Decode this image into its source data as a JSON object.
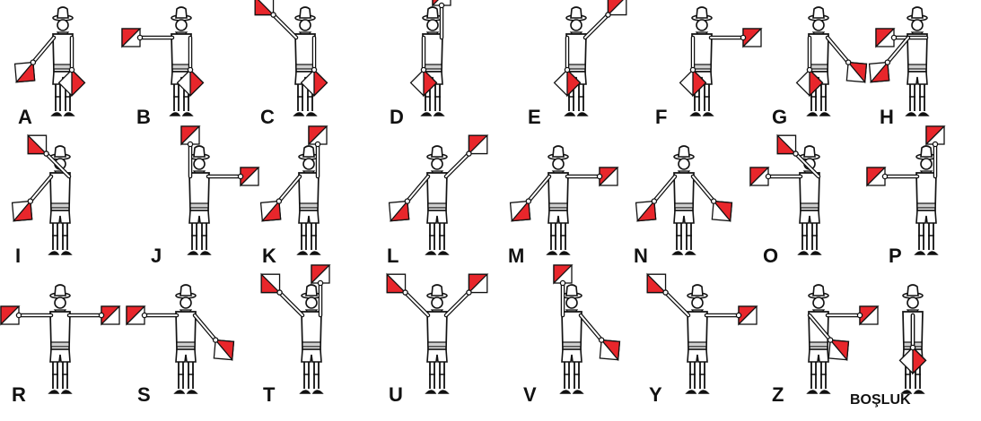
{
  "chart": {
    "flag_red": "#e8262b",
    "flag_white": "#ffffff",
    "outline": "#111111",
    "figure_fill": "#ffffff",
    "shade": "#cfcfcf"
  },
  "signals": [
    {
      "label": "A",
      "flags": [
        {
          "arm": "D",
          "hold": "diamond"
        },
        {
          "arm": "SW",
          "hold": "diamond"
        }
      ]
    },
    {
      "label": "B",
      "flags": [
        {
          "arm": "D",
          "hold": "diamond"
        },
        {
          "arm": "W",
          "hold": "square"
        }
      ]
    },
    {
      "label": "C",
      "flags": [
        {
          "arm": "D",
          "hold": "diamond"
        },
        {
          "arm": "NW",
          "hold": "diamond"
        }
      ]
    },
    {
      "label": "D",
      "flags": [
        {
          "arm": "D",
          "hold": "diamond"
        },
        {
          "arm": "N",
          "hold": "square"
        }
      ]
    },
    {
      "label": "E",
      "flags": [
        {
          "arm": "D",
          "hold": "diamond"
        },
        {
          "arm": "NE",
          "hold": "diamond"
        }
      ]
    },
    {
      "label": "F",
      "flags": [
        {
          "arm": "D",
          "hold": "diamond"
        },
        {
          "arm": "E",
          "hold": "square"
        }
      ]
    },
    {
      "label": "G",
      "flags": [
        {
          "arm": "D",
          "hold": "diamond"
        },
        {
          "arm": "SE",
          "hold": "diamond"
        }
      ]
    },
    {
      "label": "H",
      "flags": [
        {
          "arm": "W",
          "hold": "square"
        },
        {
          "arm": "SW",
          "hold": "diamond"
        }
      ]
    },
    {
      "label": "I",
      "flags": [
        {
          "arm": "NW",
          "hold": "diamond"
        },
        {
          "arm": "SW",
          "hold": "diamond"
        }
      ]
    },
    {
      "label": "J",
      "flags": [
        {
          "arm": "N",
          "hold": "square"
        },
        {
          "arm": "E",
          "hold": "square"
        }
      ]
    },
    {
      "label": "K",
      "flags": [
        {
          "arm": "SW",
          "hold": "diamond"
        },
        {
          "arm": "N",
          "hold": "square"
        }
      ]
    },
    {
      "label": "L",
      "flags": [
        {
          "arm": "SW",
          "hold": "diamond"
        },
        {
          "arm": "NE",
          "hold": "diamond"
        }
      ]
    },
    {
      "label": "M",
      "flags": [
        {
          "arm": "SW",
          "hold": "diamond"
        },
        {
          "arm": "E",
          "hold": "square"
        }
      ]
    },
    {
      "label": "N",
      "flags": [
        {
          "arm": "SW",
          "hold": "diamond"
        },
        {
          "arm": "SE",
          "hold": "diamond"
        }
      ]
    },
    {
      "label": "O",
      "flags": [
        {
          "arm": "NW",
          "hold": "diamond"
        },
        {
          "arm": "W",
          "hold": "square"
        }
      ]
    },
    {
      "label": "P",
      "flags": [
        {
          "arm": "W",
          "hold": "square"
        },
        {
          "arm": "N",
          "hold": "square"
        }
      ]
    },
    {
      "label": "R",
      "flags": [
        {
          "arm": "W",
          "hold": "square"
        },
        {
          "arm": "E",
          "hold": "square"
        }
      ]
    },
    {
      "label": "S",
      "flags": [
        {
          "arm": "W",
          "hold": "square"
        },
        {
          "arm": "SE",
          "hold": "diamond"
        }
      ]
    },
    {
      "label": "T",
      "flags": [
        {
          "arm": "NW",
          "hold": "diamond"
        },
        {
          "arm": "N",
          "hold": "square"
        }
      ]
    },
    {
      "label": "U",
      "flags": [
        {
          "arm": "NW",
          "hold": "diamond"
        },
        {
          "arm": "NE",
          "hold": "diamond"
        }
      ]
    },
    {
      "label": "V",
      "flags": [
        {
          "arm": "N",
          "hold": "square"
        },
        {
          "arm": "SE",
          "hold": "diamond"
        }
      ]
    },
    {
      "label": "Y",
      "flags": [
        {
          "arm": "NW",
          "hold": "diamond"
        },
        {
          "arm": "E",
          "hold": "square"
        }
      ]
    },
    {
      "label": "Z",
      "flags": [
        {
          "arm": "E",
          "hold": "square"
        },
        {
          "arm": "SE",
          "hold": "diamond"
        }
      ]
    },
    {
      "label": "BOŞLUK",
      "flags": [
        {
          "arm": "D",
          "hold": "diamond"
        },
        {
          "arm": "D",
          "hold": "diamond"
        }
      ]
    }
  ]
}
